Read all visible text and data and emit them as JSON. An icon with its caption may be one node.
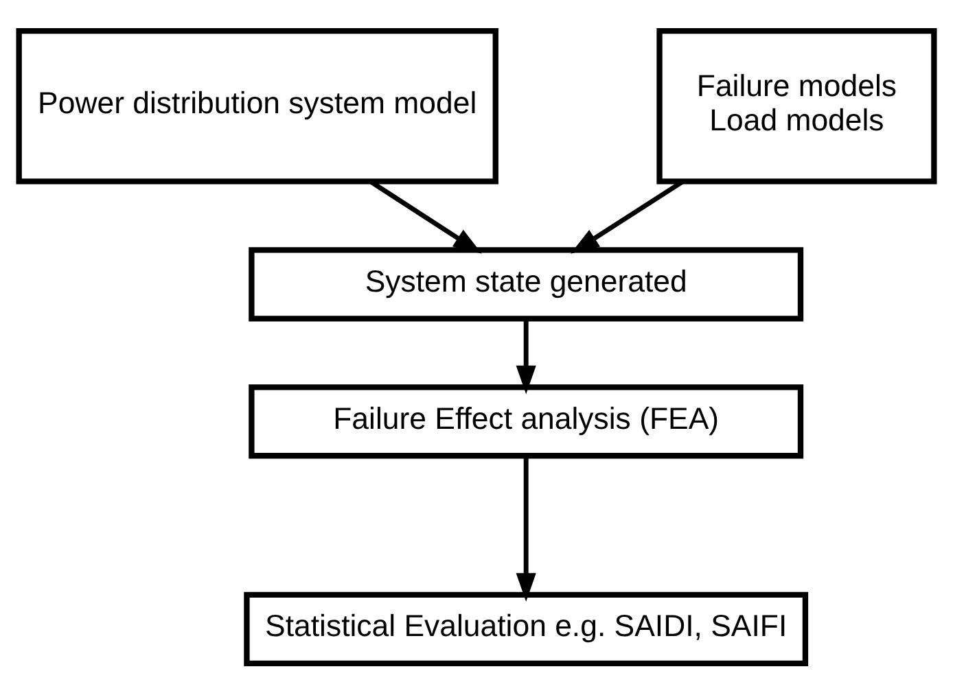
{
  "diagram": {
    "nodes": [
      {
        "text": [
          "Power distribution system model"
        ]
      },
      {
        "text": [
          "Failure models",
          "Load models"
        ]
      },
      {
        "text": [
          "System state generated"
        ]
      },
      {
        "text": [
          "Failure Effect analysis (FEA)"
        ]
      },
      {
        "text": [
          "Statistical Evaluation e.g. SAIDI, SAIFI"
        ]
      }
    ],
    "edges": [
      {
        "from": 0,
        "to": 2,
        "arrow": "to"
      },
      {
        "from": 1,
        "to": 2,
        "arrow": "to"
      },
      {
        "from": 2,
        "to": 3,
        "arrow": "to"
      },
      {
        "from": 3,
        "to": 4,
        "arrow": "to"
      }
    ]
  }
}
